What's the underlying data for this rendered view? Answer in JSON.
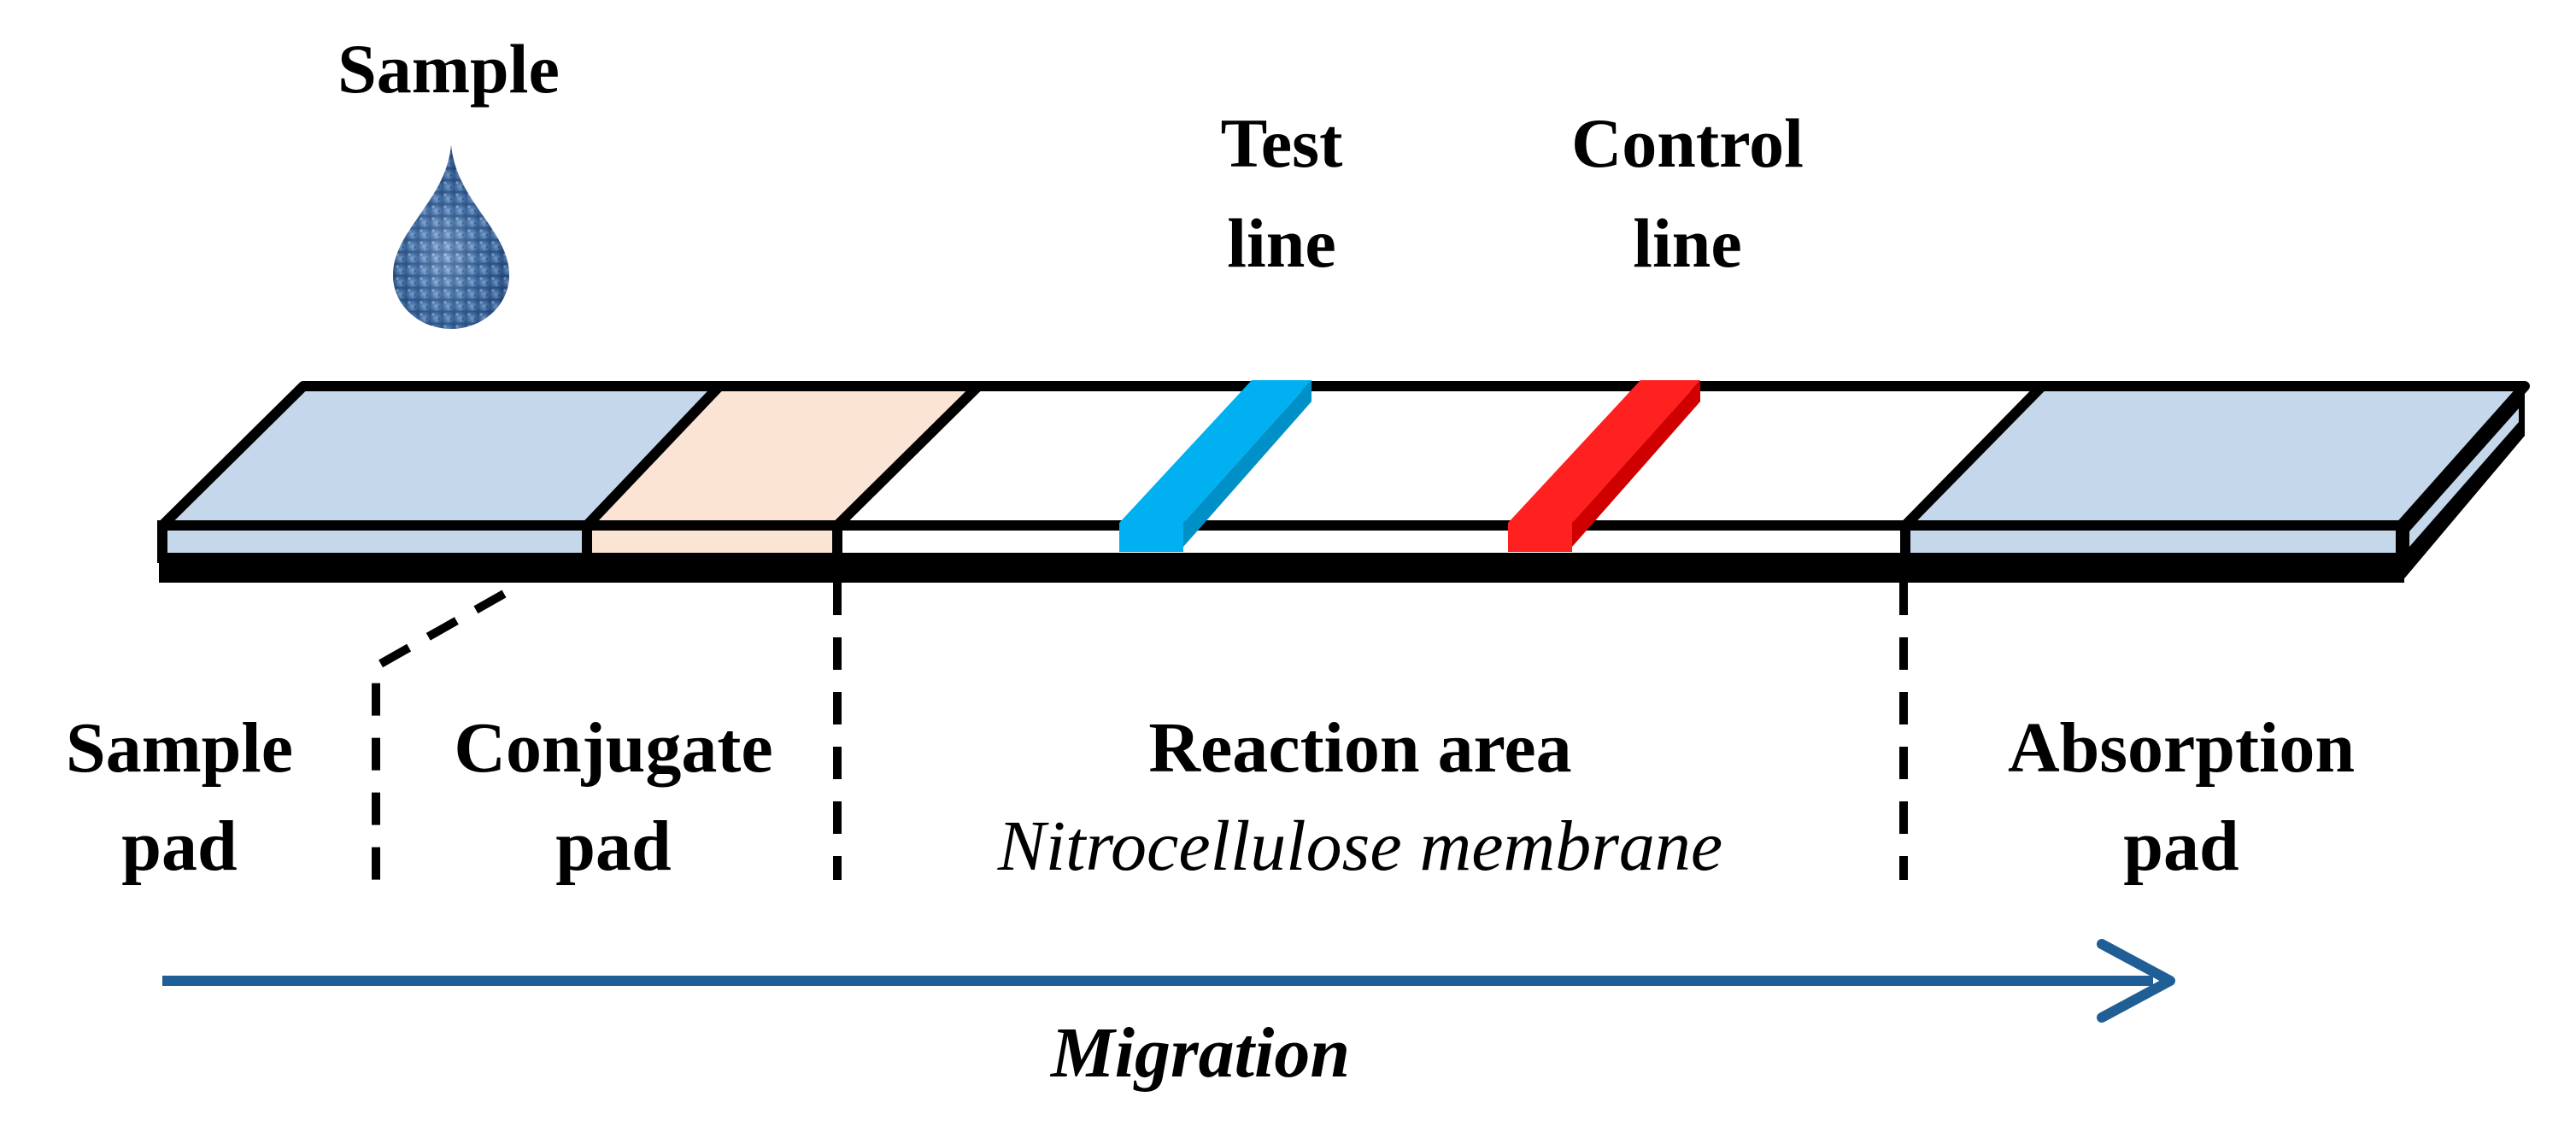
{
  "labels": {
    "sample": "Sample",
    "test_line": [
      "Test",
      "line"
    ],
    "control_line": [
      "Control",
      "line"
    ],
    "sample_pad": [
      "Sample",
      "pad"
    ],
    "conjugate_pad": [
      "Conjugate",
      "pad"
    ],
    "reaction_area": "Reaction area",
    "nitrocellulose": "Nitrocellulose membrane",
    "absorption_pad": [
      "Absorption",
      "pad"
    ],
    "migration": "Migration"
  },
  "colors": {
    "pad_blue": "#c5d7ea",
    "conjugate": "#fbe4d4",
    "membrane": "#ffffff",
    "test_line": "#00b0f0",
    "control_line": "#ff2020",
    "outline": "#000000",
    "arrow": "#1f5f96",
    "drop": "#4f7bb0"
  },
  "icons": {
    "drop": "water-drop-icon",
    "arrow": "right-arrow-icon"
  }
}
